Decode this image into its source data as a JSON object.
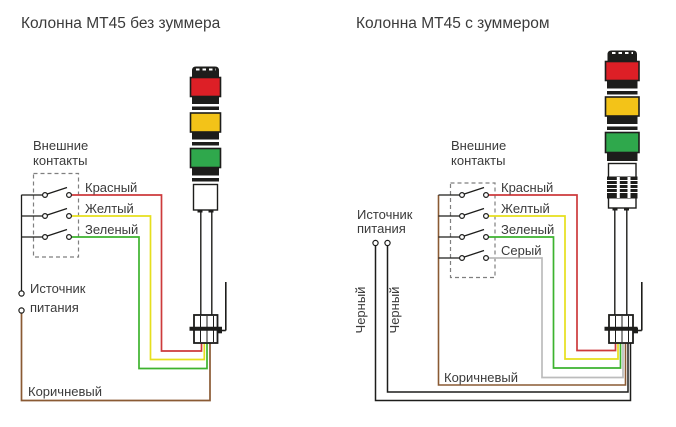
{
  "left_diagram": {
    "title": "Колонна МТ45 без зуммера",
    "external_contacts": {
      "line1": "Внешние",
      "line2": "контакты"
    },
    "power_source": {
      "line1": "Источник",
      "line2": "питания"
    },
    "wires": {
      "red": "Красный",
      "yellow": "Желтый",
      "green": "Зеленый",
      "brown": "Коричневый"
    }
  },
  "right_diagram": {
    "title": "Колонна МТ45 с зуммером",
    "external_contacts": {
      "line1": "Внешние",
      "line2": "контакты"
    },
    "power_source": {
      "line1": "Источник",
      "line2": "питания"
    },
    "wires": {
      "red": "Красный",
      "yellow": "Желтый",
      "green": "Зеленый",
      "grey": "Серый",
      "brown": "Коричневый",
      "black_left": "Черный",
      "black_right": "Черный"
    }
  },
  "colors": {
    "lamp_red": "#dd1f26",
    "lamp_yellow": "#f3c318",
    "lamp_green": "#2fa84c",
    "wire_red": "#cd3a3c",
    "wire_yellow": "#e6df1d",
    "wire_green": "#3db32e",
    "wire_grey": "#bcbcbc",
    "wire_brown": "#8a5a33",
    "wire_black": "#1d1d1b",
    "text": "#3b3b3b"
  }
}
